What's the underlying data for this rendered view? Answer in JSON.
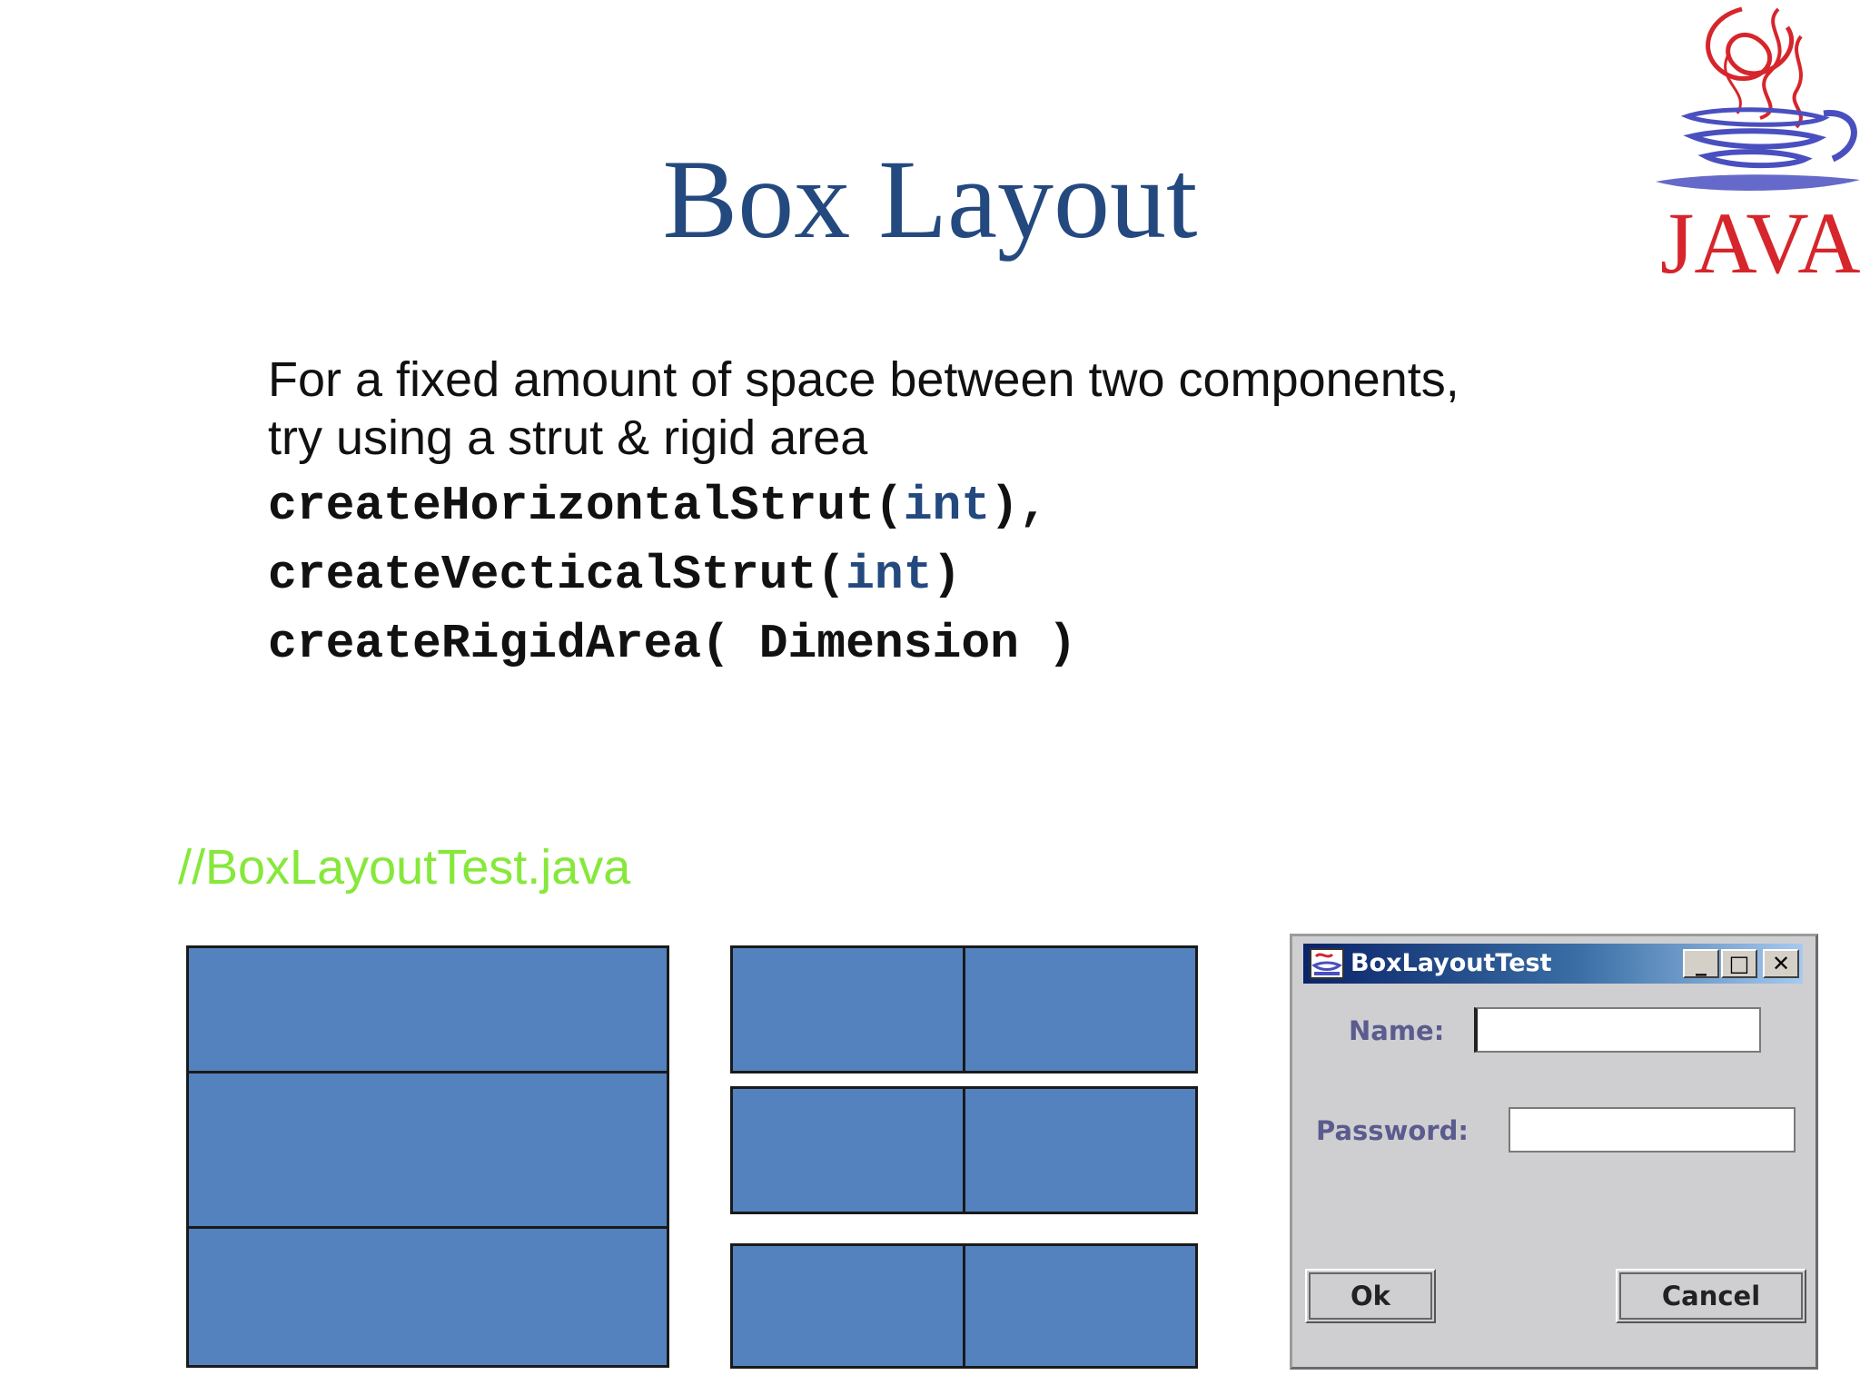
{
  "slide": {
    "title": "Box Layout",
    "description": [
      "For a fixed amount of space between two components,",
      "try using a strut & rigid area"
    ],
    "code": [
      {
        "fn": "createHorizontalStrut(",
        "kw": "int",
        "tail": "),"
      },
      {
        "fn": "createVecticalStrut(",
        "kw": "int",
        "tail": ")"
      },
      {
        "fn": "createRigidArea( Dimension )",
        "kw": "",
        "tail": ""
      }
    ],
    "filename": "//BoxLayoutTest.java",
    "logo_text": "JAVA"
  },
  "window": {
    "title": "BoxLayoutTest",
    "minimize": "_",
    "maximize": "□",
    "close": "✕",
    "name_label": "Name:",
    "name_value": "",
    "password_label": "Password:",
    "password_value": "",
    "ok_label": "Ok",
    "cancel_label": "Cancel"
  },
  "colors": {
    "title": "#24497F",
    "keyword": "#24497F",
    "filename": "#86E83A",
    "box_fill": "#5382BF",
    "logo_red": "#D6252B",
    "logo_blue": "#4A4FC0"
  },
  "icons": [
    "java-logo-icon",
    "app-icon",
    "minimize-icon",
    "maximize-icon",
    "close-icon"
  ]
}
